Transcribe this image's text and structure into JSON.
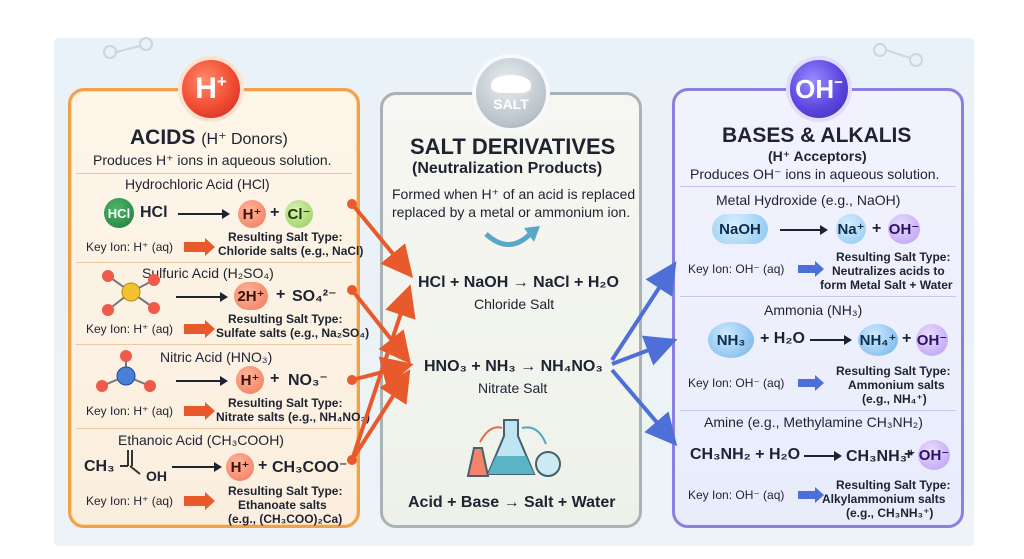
{
  "badges": {
    "acid": "H",
    "acid_sup": "+",
    "base": "OH",
    "base_sup": "−",
    "salt": "SALT"
  },
  "acids": {
    "title": "ACIDS",
    "title_sub": "(H⁺ Donors)",
    "desc": "Produces H⁺ ions in aqueous solution.",
    "items": [
      {
        "name": "Hydrochloric Acid (HCl)",
        "molecule": "HCl",
        "formula": "HCl",
        "products": [
          "H⁺",
          "Cl⁻"
        ],
        "plus": "+",
        "key": "Key Ion: H⁺ (aq)",
        "salt_label": "Resulting Salt Type:",
        "salt_type": "Chloride salts (e.g., NaCl)"
      },
      {
        "name": "Sulfuric Acid (H₂SO₄)",
        "products": [
          "2H⁺",
          "SO₄²⁻"
        ],
        "plus": "+",
        "key": "Key Ion: H⁺ (aq)",
        "salt_label": "Resulting Salt Type:",
        "salt_type": "Sulfate salts (e.g., Na₂SO₄)"
      },
      {
        "name": "Nitric Acid (HNO₃)",
        "products": [
          "H⁺",
          "NO₃⁻"
        ],
        "plus": "+",
        "key": "Key Ion: H⁺ (aq)",
        "salt_label": "Resulting Salt Type:",
        "salt_type": "Nitrate salts (e.g., NH₄NO₃)"
      },
      {
        "name": "Ethanoic Acid (CH₃COOH)",
        "structure_left": "CH₃",
        "structure_right": "OH",
        "products": [
          "H⁺",
          "CH₃COO⁻"
        ],
        "plus": "+",
        "key": "Key Ion: H⁺ (aq)",
        "salt_label": "Resulting Salt Type:",
        "salt_type": "Ethanoate salts",
        "salt_example": "(e.g., (CH₃COO)₂Ca)"
      }
    ]
  },
  "salt": {
    "title": "SALT DERIVATIVES",
    "subtitle": "(Neutralization Products)",
    "desc_line1": "Formed when H⁺ of an acid is replaced",
    "desc_line2": "replaced by a metal or ammonium ion.",
    "reaction1": "HCl + NaOH → NaCl + H₂O",
    "reaction1_label": "Chloride Salt",
    "reaction2": "HNO₃ + NH₃ → NH₄NO₃",
    "reaction2_label": "Nitrate Salt",
    "summary": "Acid + Base → Salt + Water"
  },
  "bases": {
    "title": "BASES & ALKALIS",
    "title_sub": "(H⁺ Acceptors)",
    "desc": "Produces OH⁻ ions in aqueous solution.",
    "items": [
      {
        "name": "Metal Hydroxide (e.g., NaOH)",
        "reactant": "NaOH",
        "products": [
          "Na⁺",
          "OH⁻"
        ],
        "plus": "+",
        "key": "Key Ion: OH⁻ (aq)",
        "salt_label": "Resulting Salt Type:",
        "salt_line1": "Neutralizes acids to",
        "salt_line2": "form Metal Salt + Water"
      },
      {
        "name": "Ammonia (NH₃)",
        "reactant": "NH₃",
        "water": "+ H₂O",
        "products": [
          "NH₄⁺",
          "OH⁻"
        ],
        "plus": "+",
        "key": "Key Ion: OH⁻ (aq)",
        "salt_label": "Resulting Salt Type:",
        "salt_line1": "Ammonium salts",
        "salt_line2": "(e.g., NH₄⁺)"
      },
      {
        "name": "Amine (e.g., Methylamine CH₃NH₂)",
        "equation": "CH₃NH₂ + H₂O",
        "products": [
          "CH₃NH₃⁺",
          "OH⁻"
        ],
        "plus": "+",
        "key": "Key Ion: OH⁻ (aq)",
        "salt_label": "Resulting Salt Type:",
        "salt_line1": "Alkylammonium salts",
        "salt_line2": "(e.g., CH₃NH₃⁺)"
      }
    ]
  },
  "colors": {
    "acid_border": "#f0a24a",
    "base_border": "#8b7fe0",
    "acid_arrow": "#e85a2c",
    "base_arrow": "#4f6fd8"
  }
}
